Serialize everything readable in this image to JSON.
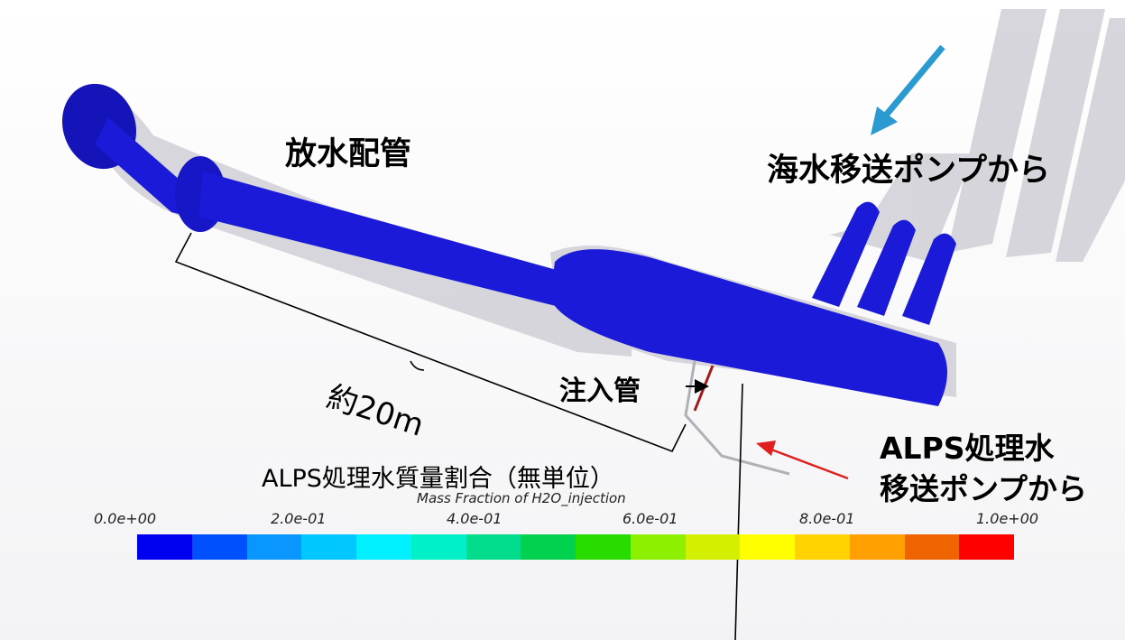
{
  "labels": {
    "discharge_pipe": "放水配管",
    "from_seawater_pump": "海水移送ポンプから",
    "injection_pipe": "注入管",
    "approx_distance": "約20m",
    "alps_line1": "ALPS処理水",
    "alps_line2": "移送ポンプから",
    "mass_fraction_jp": "ALPS処理水質量割合（無単位）",
    "mass_fraction_en": "Mass Fraction of H2O_injection"
  },
  "colorbar": {
    "ticks": [
      "0.0e+00",
      "2.0e-01",
      "4.0e-01",
      "6.0e-01",
      "8.0e-01",
      "1.0e+00"
    ],
    "segment_colors": [
      "#0000f0",
      "#0050ff",
      "#0a96ff",
      "#00c8ff",
      "#00f0ff",
      "#00f0c8",
      "#00dc8c",
      "#00d250",
      "#28dc00",
      "#8cf000",
      "#d2f000",
      "#ffff00",
      "#ffd200",
      "#ffa000",
      "#f06400",
      "#ff0000"
    ]
  },
  "colors": {
    "pipe_fill": "#1a1ad8",
    "pipe_shadow": "#c8c8d0",
    "arrow_blue": "#2a9ad0",
    "arrow_red": "#e02020"
  }
}
